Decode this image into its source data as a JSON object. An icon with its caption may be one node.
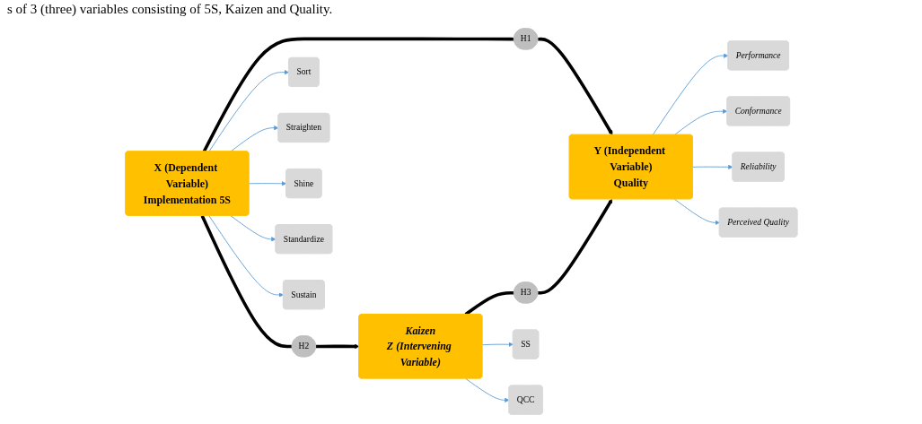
{
  "diagram": {
    "nodes": [
      {
        "text": [
          "X (Dependent Variable)",
          "Implementation 5S"
        ]
      },
      {
        "text": [
          "Y (Independent Variable)",
          "Quality"
        ]
      },
      {
        "text": [
          "Kaizen",
          "Z (Intervening Variable)"
        ]
      },
      {
        "text": [
          "H1"
        ]
      },
      {
        "text": [
          "H2"
        ]
      },
      {
        "text": [
          "H3"
        ]
      },
      {
        "text": [
          "Sort"
        ]
      },
      {
        "text": [
          "Straighten"
        ]
      },
      {
        "text": [
          "Shine"
        ]
      },
      {
        "text": [
          "Standardize"
        ]
      },
      {
        "text": [
          "Sustain"
        ]
      },
      {
        "text": [
          "Performance"
        ]
      },
      {
        "text": [
          "Conformance"
        ]
      },
      {
        "text": [
          "Reliability"
        ]
      },
      {
        "text": [
          "Perceived Quality"
        ]
      },
      {
        "text": [
          "SS"
        ]
      },
      {
        "text": [
          "QCC"
        ]
      }
    ],
    "edges": [
      {
        "from": 0,
        "to": 3,
        "arrow": "none",
        "style": "thick",
        "color": "#000000"
      },
      {
        "from": 3,
        "to": 1,
        "arrow": "to",
        "style": "thick",
        "color": "#000000"
      },
      {
        "from": 0,
        "to": 4,
        "arrow": "none",
        "style": "thick",
        "color": "#000000"
      },
      {
        "from": 4,
        "to": 2,
        "arrow": "to",
        "style": "thick",
        "color": "#000000"
      },
      {
        "from": 2,
        "to": 5,
        "arrow": "none",
        "style": "thick",
        "color": "#000000"
      },
      {
        "from": 5,
        "to": 1,
        "arrow": "to",
        "style": "thick",
        "color": "#000000"
      },
      {
        "from": 0,
        "to": 6,
        "arrow": "to"
      },
      {
        "from": 0,
        "to": 7,
        "arrow": "to"
      },
      {
        "from": 0,
        "to": 8,
        "arrow": "to"
      },
      {
        "from": 0,
        "to": 9,
        "arrow": "to"
      },
      {
        "from": 0,
        "to": 10,
        "arrow": "to"
      },
      {
        "from": 1,
        "to": 11,
        "arrow": "to"
      },
      {
        "from": 1,
        "to": 12,
        "arrow": "to"
      },
      {
        "from": 1,
        "to": 13,
        "arrow": "to"
      },
      {
        "from": 1,
        "to": 14,
        "arrow": "to"
      },
      {
        "from": 2,
        "to": 15,
        "arrow": "to"
      },
      {
        "from": 2,
        "to": 16,
        "arrow": "to"
      }
    ],
    "labels": [
      "s of 3 (three) variables consisting of 5S, Kaizen and Quality."
    ]
  }
}
